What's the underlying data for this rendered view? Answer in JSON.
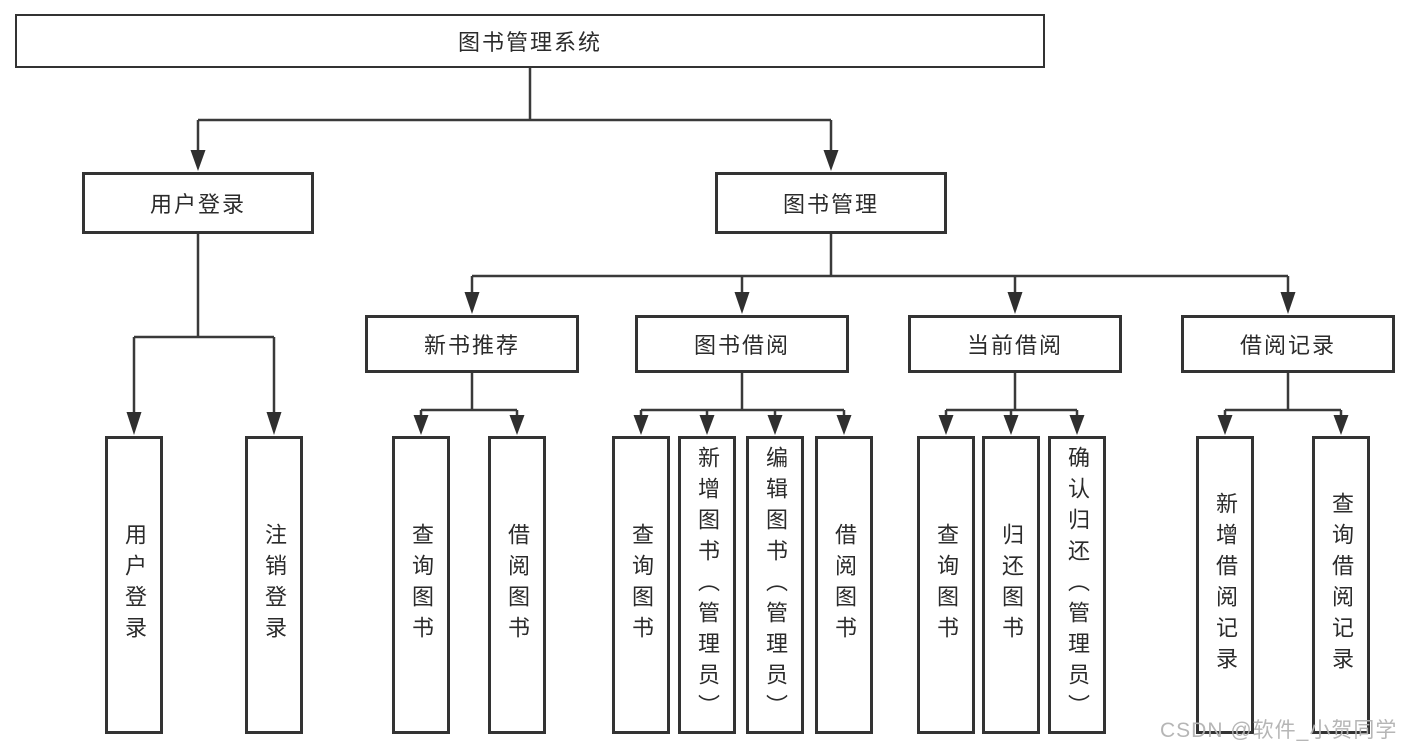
{
  "diagram_title": "图书管理系统",
  "tree": {
    "root": {
      "label": "图书管理系统"
    },
    "level2": [
      {
        "label": "用户登录",
        "children": [
          {
            "label": "用户登录"
          },
          {
            "label": "注销登录"
          }
        ]
      },
      {
        "label": "图书管理",
        "children": [
          {
            "label": "新书推荐",
            "children": [
              {
                "label": "查询图书"
              },
              {
                "label": "借阅图书"
              }
            ]
          },
          {
            "label": "图书借阅",
            "children": [
              {
                "label": "查询图书"
              },
              {
                "label": "新增图书（管理员）"
              },
              {
                "label": "编辑图书（管理员）"
              },
              {
                "label": "借阅图书"
              }
            ]
          },
          {
            "label": "当前借阅",
            "children": [
              {
                "label": "查询图书"
              },
              {
                "label": "归还图书"
              },
              {
                "label": "确认归还（管理员）"
              }
            ]
          },
          {
            "label": "借阅记录",
            "children": [
              {
                "label": "新增借阅记录"
              },
              {
                "label": "查询借阅记录"
              }
            ]
          }
        ]
      }
    ]
  },
  "watermark": {
    "text": "CSDN @软件_小贺同学"
  },
  "colors": {
    "line": "#3a3a3a",
    "arrow": "#2f2f2f",
    "border": "#333333",
    "text": "#2b2b2b",
    "background": "#ffffff",
    "watermark": "#b2b2b2"
  }
}
